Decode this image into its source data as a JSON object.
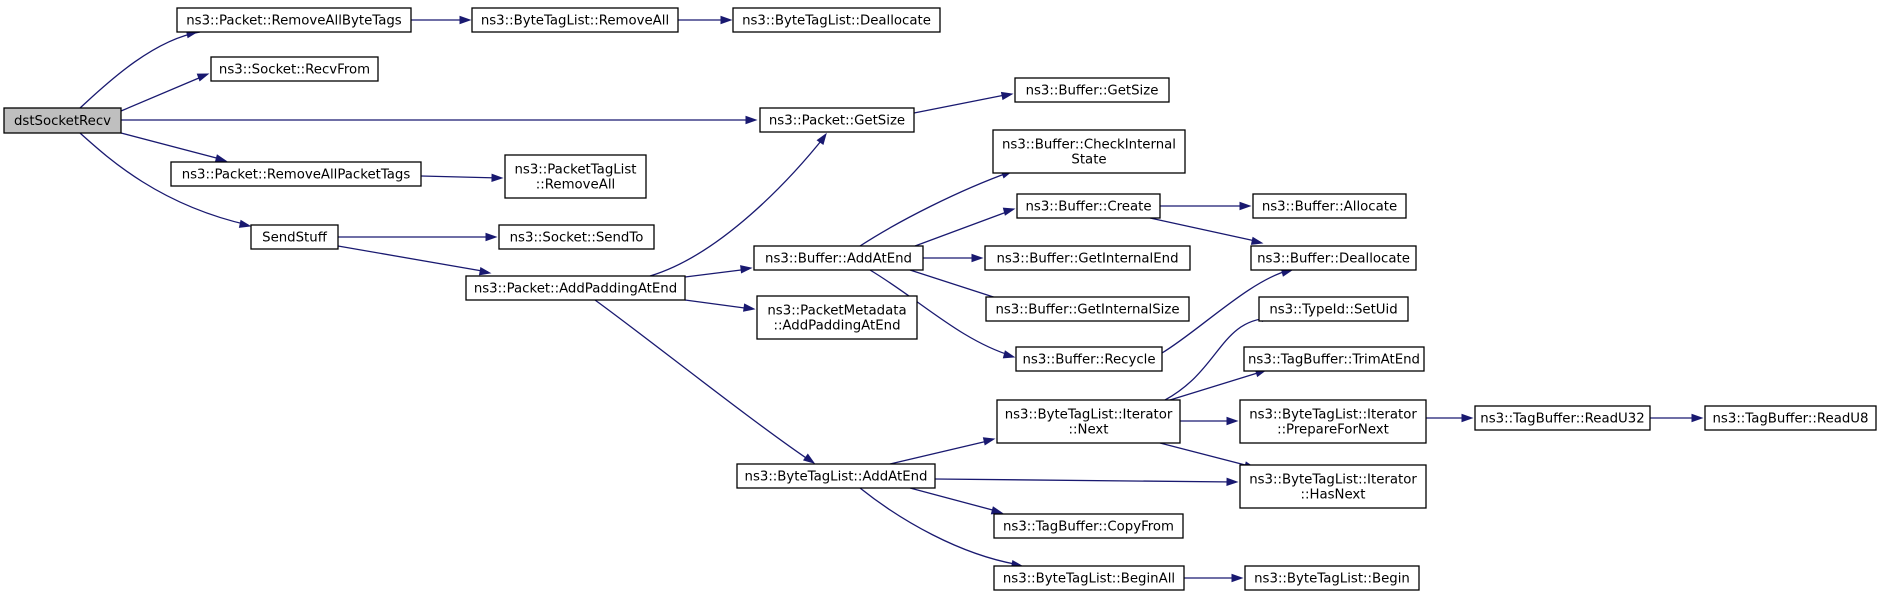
{
  "colors": {
    "edge": "#191970",
    "node_fill": "#ffffff",
    "root_fill": "#bfbfbf",
    "node_stroke": "#000000"
  },
  "nodes": {
    "root": [
      "dstSocketRecv"
    ],
    "removeAllByteTags": [
      "ns3::Packet::RemoveAllByteTags"
    ],
    "btlRemoveAll": [
      "ns3::ByteTagList::RemoveAll"
    ],
    "btlDeallocate": [
      "ns3::ByteTagList::Deallocate"
    ],
    "recvFrom": [
      "ns3::Socket::RecvFrom"
    ],
    "packetGetSize": [
      "ns3::Packet::GetSize"
    ],
    "bufferGetSize": [
      "ns3::Buffer::GetSize"
    ],
    "removeAllPacketTags": [
      "ns3::Packet::RemoveAllPacketTags"
    ],
    "ptlRemoveAll": [
      "ns3::PacketTagList",
      "::RemoveAll"
    ],
    "checkInternalState": [
      "ns3::Buffer::CheckInternal",
      "State"
    ],
    "bufferCreate": [
      "ns3::Buffer::Create"
    ],
    "bufferAllocate": [
      "ns3::Buffer::Allocate"
    ],
    "sendStuff": [
      "SendStuff"
    ],
    "sendTo": [
      "ns3::Socket::SendTo"
    ],
    "bufferAddAtEnd": [
      "ns3::Buffer::AddAtEnd"
    ],
    "getInternalEnd": [
      "ns3::Buffer::GetInternalEnd"
    ],
    "bufferDeallocate": [
      "ns3::Buffer::Deallocate"
    ],
    "addPaddingAtEnd": [
      "ns3::Packet::AddPaddingAtEnd"
    ],
    "getInternalSize": [
      "ns3::Buffer::GetInternalSize"
    ],
    "pmAddPaddingAtEnd": [
      "ns3::PacketMetadata",
      "::AddPaddingAtEnd"
    ],
    "setUid": [
      "ns3::TypeId::SetUid"
    ],
    "bufferRecycle": [
      "ns3::Buffer::Recycle"
    ],
    "trimAtEnd": [
      "ns3::TagBuffer::TrimAtEnd"
    ],
    "iterNext": [
      "ns3::ByteTagList::Iterator",
      "::Next"
    ],
    "prepareForNext": [
      "ns3::ByteTagList::Iterator",
      "::PrepareForNext"
    ],
    "readU32": [
      "ns3::TagBuffer::ReadU32"
    ],
    "readU8": [
      "ns3::TagBuffer::ReadU8"
    ],
    "btlAddAtEnd": [
      "ns3::ByteTagList::AddAtEnd"
    ],
    "hasNext": [
      "ns3::ByteTagList::Iterator",
      "::HasNext"
    ],
    "copyFrom": [
      "ns3::TagBuffer::CopyFrom"
    ],
    "beginAll": [
      "ns3::ByteTagList::BeginAll"
    ],
    "btlBegin": [
      "ns3::ByteTagList::Begin"
    ]
  }
}
